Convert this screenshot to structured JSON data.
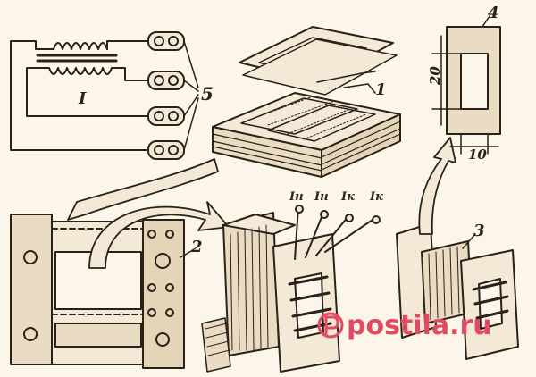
{
  "labels": {
    "part1": "1",
    "part2": "2",
    "part3": "3",
    "part4": "4",
    "part5": "5",
    "winding_I": "I",
    "dim_height": "20",
    "dim_width": "10",
    "lead1": "Iн",
    "lead2": "Iн",
    "lead3": "Iк",
    "lead4": "Iк"
  },
  "watermark": {
    "text": "postila.ru",
    "color": "#e24a62"
  },
  "colors": {
    "ink": "#2a2118",
    "paper": "#fbf5ea",
    "fill": "#f3e9d6"
  }
}
